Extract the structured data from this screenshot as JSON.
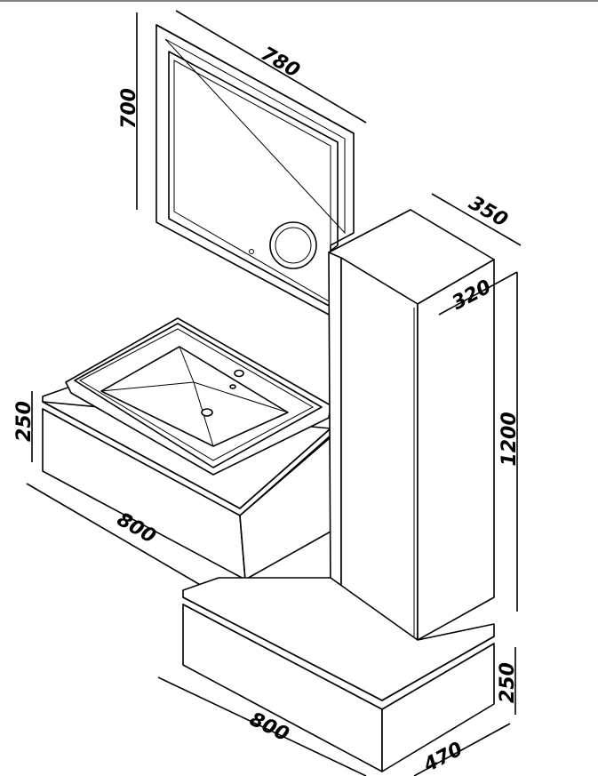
{
  "dimensions": {
    "mirror_width": "780",
    "mirror_height": "700",
    "tall_cabinet_depth": "350",
    "tall_cabinet_width": "320",
    "tall_cabinet_height": "1200",
    "basin_unit_height": "250",
    "basin_unit_width": "800",
    "lower_unit_height": "250",
    "lower_unit_width": "800",
    "lower_unit_depth": "470"
  },
  "icons": {
    "round_mirror": "magnifying-mirror-icon",
    "drain": "drain-icon",
    "tap_hole": "tap-hole-icon"
  }
}
